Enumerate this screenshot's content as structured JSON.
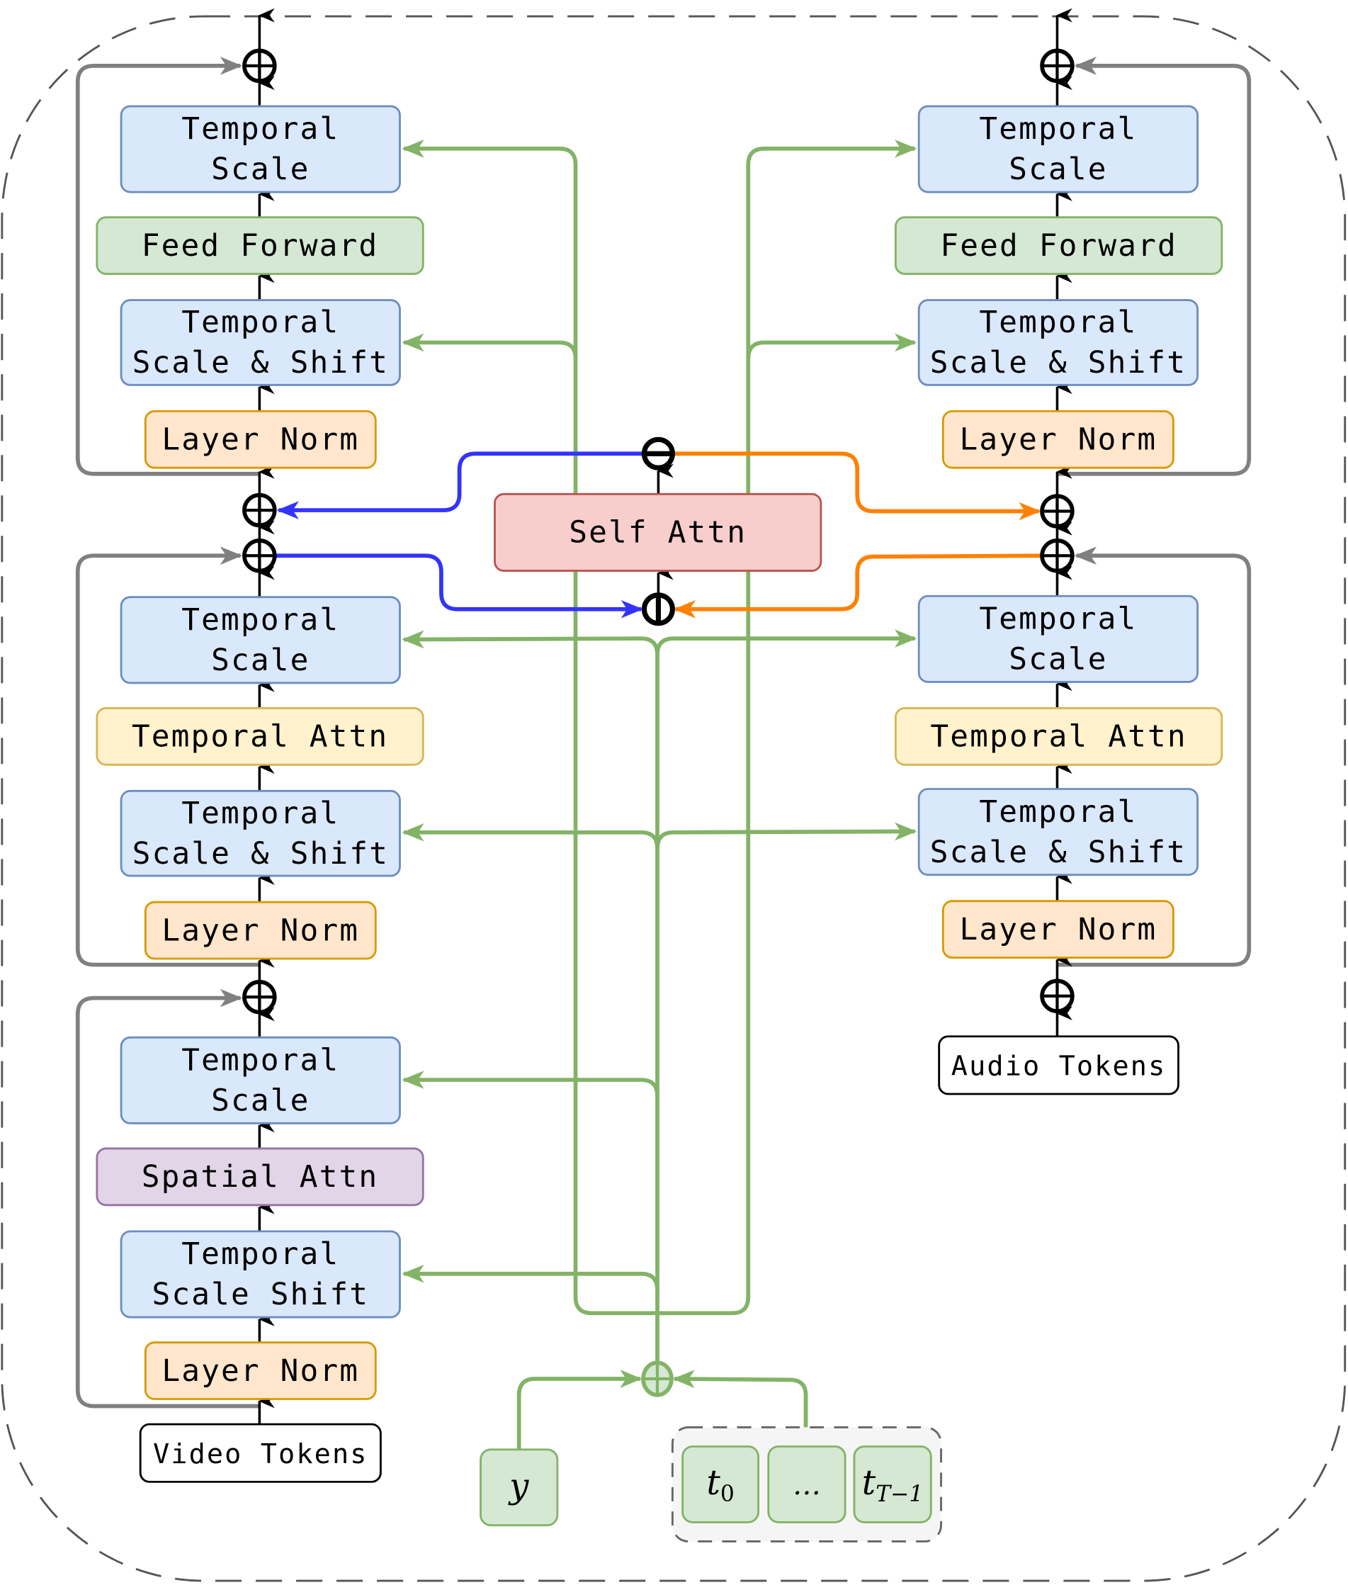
{
  "boxes": {
    "l_ts1": [
      "Temporal",
      "Scale"
    ],
    "l_ff": [
      "Feed Forward"
    ],
    "l_tss1": [
      "Temporal",
      "Scale & Shift"
    ],
    "l_ln1": [
      "Layer Norm"
    ],
    "l_ts2": [
      "Temporal",
      "Scale"
    ],
    "l_ta": [
      "Temporal Attn"
    ],
    "l_tss2": [
      "Temporal",
      "Scale & Shift"
    ],
    "l_ln2": [
      "Layer Norm"
    ],
    "l_ts3": [
      "Temporal",
      "Scale"
    ],
    "l_sa": [
      "Spatial Attn"
    ],
    "l_tss3": [
      "Temporal",
      "Scale Shift"
    ],
    "l_ln3": [
      "Layer Norm"
    ],
    "video": [
      "Video Tokens"
    ],
    "r_ts1": [
      "Temporal",
      "Scale"
    ],
    "r_ff": [
      "Feed Forward"
    ],
    "r_tss1": [
      "Temporal",
      "Scale & Shift"
    ],
    "r_ln1": [
      "Layer Norm"
    ],
    "r_ts2": [
      "Temporal",
      "Scale"
    ],
    "r_ta": [
      "Temporal Attn"
    ],
    "r_tss2": [
      "Temporal",
      "Scale & Shift"
    ],
    "r_ln2": [
      "Layer Norm"
    ],
    "audio": [
      "Audio Tokens"
    ],
    "self_attn": [
      "Self Attn"
    ]
  },
  "conditioning": {
    "y": "y",
    "t0": "t",
    "t0_sub": "0",
    "dots": "…",
    "tlast": "t",
    "tlast_sub": "T−1"
  },
  "colors": {
    "temporal_scale": "#dae8fc",
    "feed_forward": "#d5e8d4",
    "layer_norm": "#ffe6cc",
    "temporal_attn": "#fff2cc",
    "spatial_attn": "#e1d5e7",
    "self_attn": "#f8cecc",
    "conditioning_line": "#82b366",
    "video_to_audio": "#3333ff",
    "audio_to_video": "#ff8000",
    "residual": "#808080"
  }
}
